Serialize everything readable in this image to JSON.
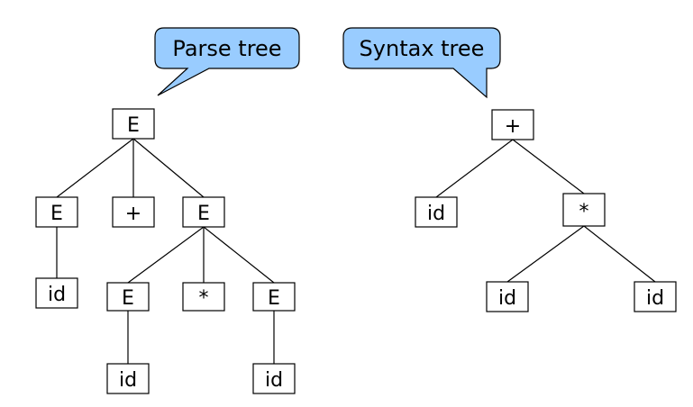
{
  "colors": {
    "callout_fill": "#99CCFF",
    "node_fill": "#FFFFFF",
    "stroke": "#000000"
  },
  "callouts": {
    "parse_tree": {
      "label": "Parse tree"
    },
    "syntax_tree": {
      "label": "Syntax tree"
    }
  },
  "parse_tree": {
    "nodes": {
      "root": "E",
      "left_e": "E",
      "plus": "+",
      "right_e": "E",
      "left_id": "id",
      "mul_left_e": "E",
      "star": "*",
      "mul_right_e": "E",
      "mul_left_id": "id",
      "mul_right_id": "id"
    }
  },
  "syntax_tree": {
    "nodes": {
      "plus": "+",
      "id_left": "id",
      "star": "*",
      "star_left_id": "id",
      "star_right_id": "id"
    }
  }
}
